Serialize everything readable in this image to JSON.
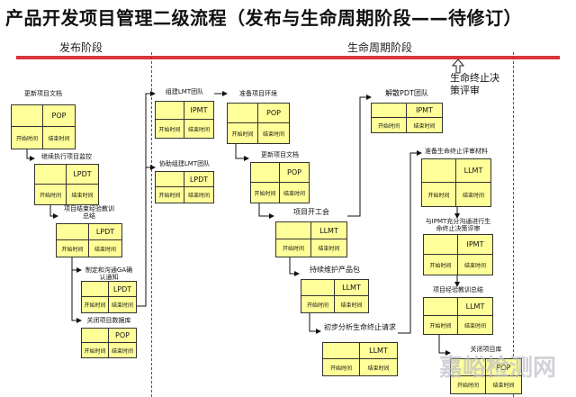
{
  "title": "产品开发项目管理二级流程（发布与生命周期阶段——待修订）",
  "phases": {
    "release": "发布阶段",
    "lifecycle": "生命周期阶段"
  },
  "milestone": {
    "label": "生命终止决策评审"
  },
  "cell_labels": {
    "start": "开始时间",
    "end": "结束时间"
  },
  "tasks": [
    {
      "title": "更新项目文档",
      "owner": "POP"
    },
    {
      "title": "继续执行项目监控",
      "owner": "LPDT"
    },
    {
      "title": "项目结束经验教训总结",
      "owner": "LPDT"
    },
    {
      "title": "制定和沟通GA确认通知",
      "owner": "LPDT"
    },
    {
      "title": "关闭项目数据库",
      "owner": "POP"
    },
    {
      "title": "组建LMT团队",
      "owner": "IPMT"
    },
    {
      "title": "协助组建LMT团队",
      "owner": "LPDT"
    },
    {
      "title": "准备项目环境",
      "owner": "POP"
    },
    {
      "title": "更新项目文档",
      "owner": "POP"
    },
    {
      "title": "项目开工会",
      "owner": "LLMT"
    },
    {
      "title": "持续维护产品包",
      "owner": "LLMT"
    },
    {
      "title": "初步分析生命终止请求",
      "owner": "LLMT"
    },
    {
      "title": "解散PDT团队",
      "owner": "IPMT"
    },
    {
      "title": "准备生命终止评审材料",
      "owner": "LLMT"
    },
    {
      "title": "与IPMT充分沟通进行生命终止决策评审",
      "owner": "IPMT"
    },
    {
      "title": "项目经验教训总结",
      "owner": "LLMT"
    },
    {
      "title": "关闭项目库",
      "owner": "POP"
    }
  ],
  "watermark": "嘉峪检测网"
}
